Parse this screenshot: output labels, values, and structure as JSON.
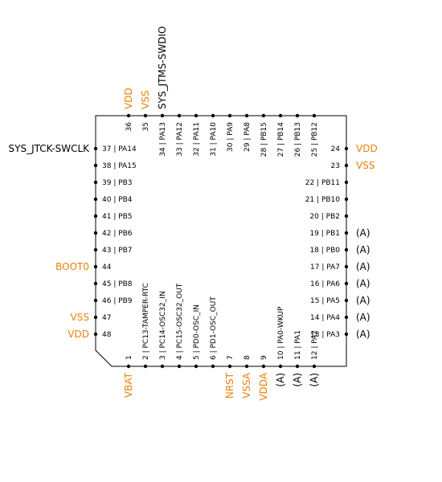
{
  "colors": {
    "power": "#e8820c",
    "signal": "#000000",
    "outline": "#000000"
  },
  "left": [
    {
      "n": "37 | PA14",
      "ext": "SYS_JTCK-SWCLK",
      "t": "s"
    },
    {
      "n": "38 | PA15",
      "ext": "",
      "t": ""
    },
    {
      "n": "39 | PB3",
      "ext": "",
      "t": ""
    },
    {
      "n": "40 | PB4",
      "ext": "",
      "t": ""
    },
    {
      "n": "41 | PB5",
      "ext": "",
      "t": ""
    },
    {
      "n": "42 | PB6",
      "ext": "",
      "t": ""
    },
    {
      "n": "43 | PB7",
      "ext": "",
      "t": ""
    },
    {
      "n": "44",
      "ext": "BOOT0",
      "t": "p"
    },
    {
      "n": "45 | PB8",
      "ext": "",
      "t": ""
    },
    {
      "n": "46 | PB9",
      "ext": "",
      "t": ""
    },
    {
      "n": "47",
      "ext": "VSS",
      "t": "p"
    },
    {
      "n": "48",
      "ext": "VDD",
      "t": "p"
    }
  ],
  "right": [
    {
      "n": "24",
      "ext": "VDD",
      "t": "p"
    },
    {
      "n": "23",
      "ext": "VSS",
      "t": "p"
    },
    {
      "n": "22 | PB11",
      "ext": "",
      "t": ""
    },
    {
      "n": "21 | PB10",
      "ext": "",
      "t": ""
    },
    {
      "n": "20 | PB2",
      "ext": "",
      "t": ""
    },
    {
      "n": "19 | PB1",
      "ext": "(A)",
      "t": "s"
    },
    {
      "n": "18 | PB0",
      "ext": "(A)",
      "t": "s"
    },
    {
      "n": "17 | PA7",
      "ext": "(A)",
      "t": "s"
    },
    {
      "n": "16 | PA6",
      "ext": "(A)",
      "t": "s"
    },
    {
      "n": "15 | PA5",
      "ext": "(A)",
      "t": "s"
    },
    {
      "n": "14 | PA4",
      "ext": "(A)",
      "t": "s"
    },
    {
      "n": "13 | PA3",
      "ext": "(A)",
      "t": "s"
    }
  ],
  "top": [
    {
      "n": "36",
      "ext": "VDD",
      "t": "p"
    },
    {
      "n": "35",
      "ext": "VSS",
      "t": "p"
    },
    {
      "n": "34 | PA13",
      "ext": "SYS_JTMS-SWDIO",
      "t": "s"
    },
    {
      "n": "33 | PA12",
      "ext": "",
      "t": ""
    },
    {
      "n": "32 | PA11",
      "ext": "",
      "t": ""
    },
    {
      "n": "31 | PA10",
      "ext": "",
      "t": ""
    },
    {
      "n": "30 | PA9",
      "ext": "",
      "t": ""
    },
    {
      "n": "29 | PA8",
      "ext": "",
      "t": ""
    },
    {
      "n": "28 | PB15",
      "ext": "",
      "t": ""
    },
    {
      "n": "27 | PB14",
      "ext": "",
      "t": ""
    },
    {
      "n": "26 | PB13",
      "ext": "",
      "t": ""
    },
    {
      "n": "25 | PB12",
      "ext": "",
      "t": ""
    }
  ],
  "bottom": [
    {
      "n": "1",
      "ext": "VBAT",
      "t": "p"
    },
    {
      "n": "2 | PC13-TAMPER-RTC",
      "ext": "",
      "t": ""
    },
    {
      "n": "3 | PC14-OSC32_IN",
      "ext": "",
      "t": ""
    },
    {
      "n": "4 | PC15-OSC32_OUT",
      "ext": "",
      "t": ""
    },
    {
      "n": "5 | PD0-OSC_IN",
      "ext": "",
      "t": ""
    },
    {
      "n": "6 | PD1-OSC_OUT",
      "ext": "",
      "t": ""
    },
    {
      "n": "7",
      "ext": "NRST",
      "t": "p"
    },
    {
      "n": "8",
      "ext": "VSSA",
      "t": "p"
    },
    {
      "n": "9",
      "ext": "VDDA",
      "t": "p"
    },
    {
      "n": "10 | PA0-WKUP",
      "ext": "(A)",
      "t": "s"
    },
    {
      "n": "11 | PA1",
      "ext": "(A)",
      "t": "s"
    },
    {
      "n": "12 | PA2",
      "ext": "(A)",
      "t": "s"
    }
  ]
}
